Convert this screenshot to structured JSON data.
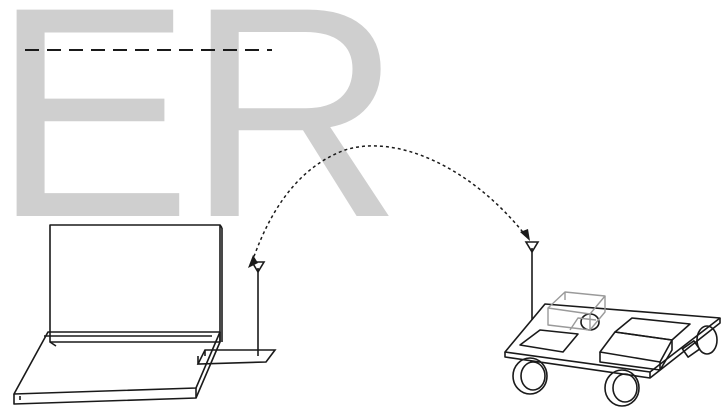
{
  "watermark": {
    "text": "ER"
  },
  "diagram": {
    "elements": [
      "laptop",
      "usb-radio-module",
      "antenna",
      "wireless-link",
      "robot-car",
      "robot-antenna",
      "sensor-box",
      "controller-board"
    ],
    "colors": {
      "stroke": "#1a1a1a",
      "watermark": "#cfcfcf",
      "sensor": "#9a9a9a"
    }
  }
}
